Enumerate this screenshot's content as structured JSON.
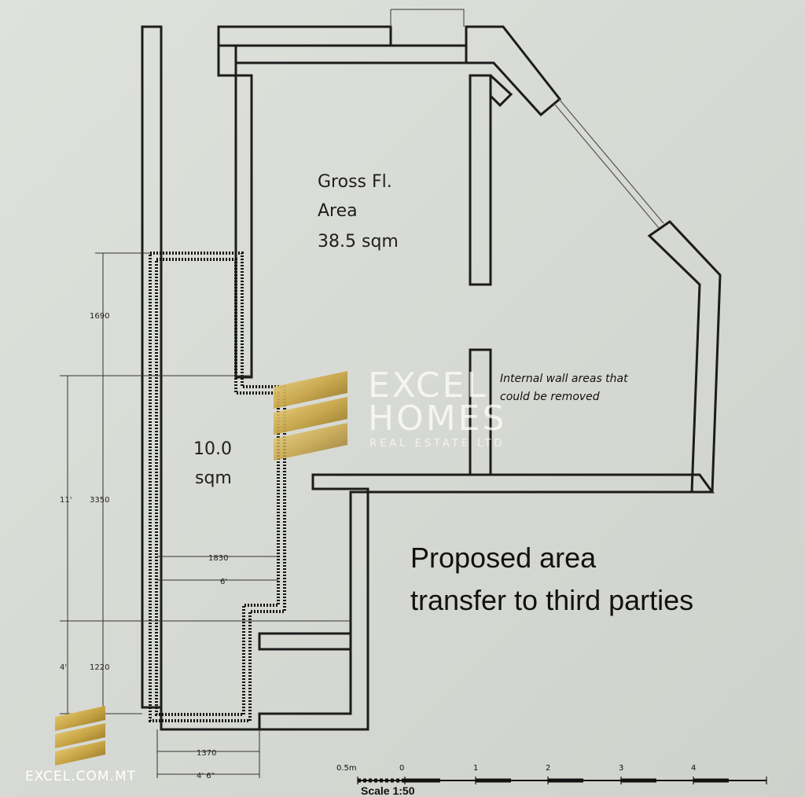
{
  "labels": {
    "gross_area_line1": "Gross Fl.",
    "gross_area_line2": "Area",
    "gross_area_value": "38.5 sqm",
    "small_area_value": "10.0",
    "small_area_unit": "sqm",
    "proposal_line1": "Proposed area",
    "proposal_line2": "transfer to third parties",
    "note_line1": "Internal wall areas that",
    "note_line2": "could be removed"
  },
  "dimensions": {
    "d1690": "1690",
    "d3350": "3350",
    "d11": "11'",
    "d1220": "1220",
    "d4": "4'",
    "d1830": "1830",
    "d6": "6'",
    "d1370": "1370",
    "d4_6": "4' 6\""
  },
  "scale": {
    "label": "Scale 1:50",
    "ticks": [
      "0.5m",
      "0",
      "1",
      "2",
      "3",
      "4"
    ]
  },
  "watermark": {
    "line1": "EXCEL",
    "line2": "HOMES",
    "line3": "REAL ESTATE LTD",
    "brand_color": "#c9a646"
  },
  "footer": {
    "site": "EXCEL.COM.MT"
  }
}
